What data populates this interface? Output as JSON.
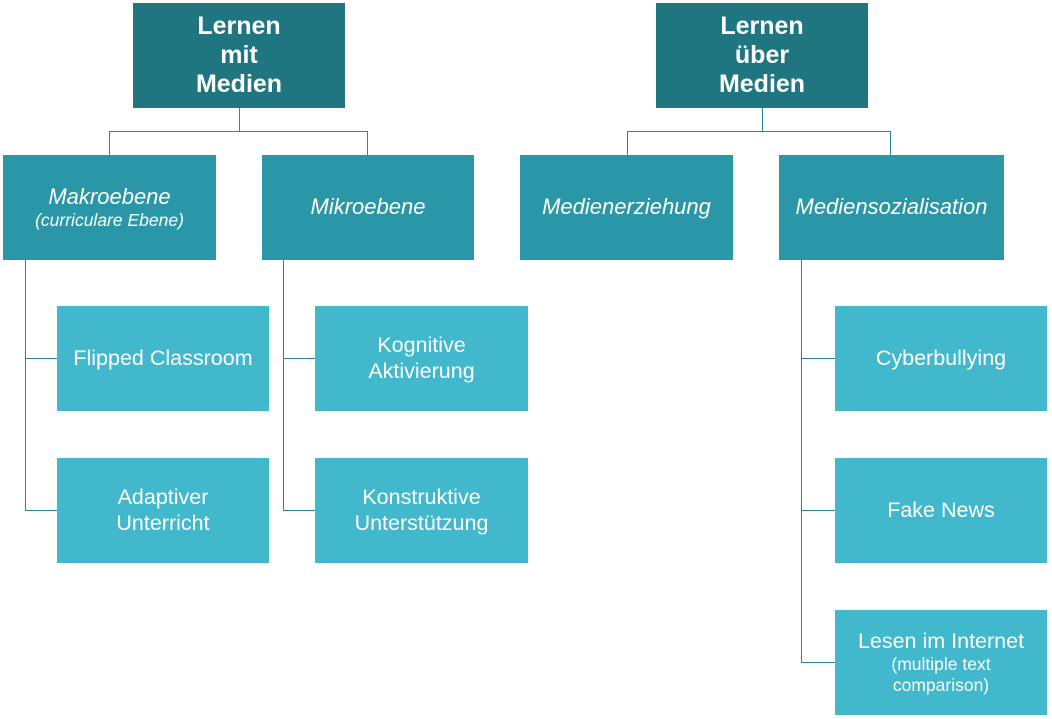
{
  "roots": {
    "left": {
      "line1": "Lernen",
      "line2": "mit",
      "line3": "Medien"
    },
    "right": {
      "line1": "Lernen",
      "line2": "über",
      "line3": "Medien"
    }
  },
  "categories": {
    "makro": {
      "line1": "Makroebene",
      "line2": "(curriculare Ebene)"
    },
    "mikro": {
      "line1": "Mikroebene"
    },
    "erziehung": {
      "line1": "Medienerziehung"
    },
    "sozialisation": {
      "line1": "Mediensozialisation"
    }
  },
  "leaves": {
    "flipped": {
      "line1": "Flipped Classroom"
    },
    "adaptiv": {
      "line1": "Adaptiver",
      "line2": "Unterricht"
    },
    "kognitiv": {
      "line1": "Kognitive",
      "line2": "Aktivierung"
    },
    "konstruktiv": {
      "line1": "Konstruktive",
      "line2": "Unterstützung"
    },
    "cyber": {
      "line1": "Cyberbullying"
    },
    "fake": {
      "line1": "Fake News"
    },
    "lesen": {
      "line1": "Lesen im Internet",
      "line2": "(multiple text",
      "line3": "comparison)"
    }
  },
  "colors": {
    "root": "#1f7580",
    "category": "#2a97a8",
    "leaf": "#42b8cc",
    "connector": "#2a8797"
  }
}
